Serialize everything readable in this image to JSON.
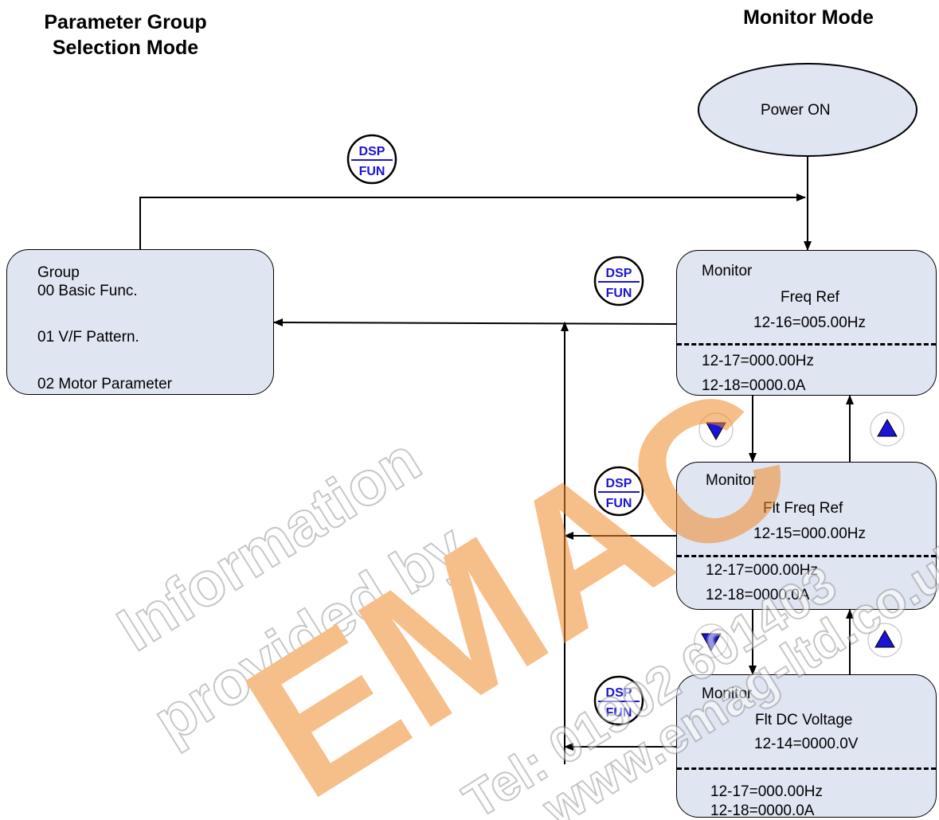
{
  "titles": {
    "left": [
      "Parameter Group",
      "Selection Mode"
    ],
    "right": "Monitor Mode"
  },
  "power_on": "Power ON",
  "group_box": {
    "heading": "Group",
    "items": [
      "00 Basic Func.",
      "01 V/F Pattern.",
      "02 Motor Parameter"
    ]
  },
  "monitors": [
    {
      "heading": "Monitor",
      "name": "Freq Ref",
      "value": "12-16=005.00Hz",
      "line1": "12-17=000.00Hz",
      "line2": "12-18=0000.0A"
    },
    {
      "heading": "Monitor",
      "name": "Flt Freq Ref",
      "value": "12-15=000.00Hz",
      "line1": "12-17=000.00Hz",
      "line2": "12-18=0000.0A"
    },
    {
      "heading": "Monitor",
      "name": "Flt DC Voltage",
      "value": "12-14=0000.0V",
      "line1": "12-17=000.00Hz",
      "line2": "12-18=0000.0A"
    }
  ],
  "key": {
    "top": "DSP",
    "bottom": "FUN"
  },
  "icons": [
    "dsp-fun-key-icon",
    "down-arrow-key-icon",
    "up-arrow-key-icon"
  ],
  "colors": {
    "box_fill": "#dfe5f1",
    "key_text": "#1a14d6",
    "arrow_key": "#1a14d6",
    "watermark": "#f08a2a"
  },
  "watermark": {
    "line1": "Information",
    "line2": "provided by",
    "brand": "EMAC",
    "tel": "Tel: 01902 601403",
    "web": "www.emag-ltd.co.uk"
  }
}
